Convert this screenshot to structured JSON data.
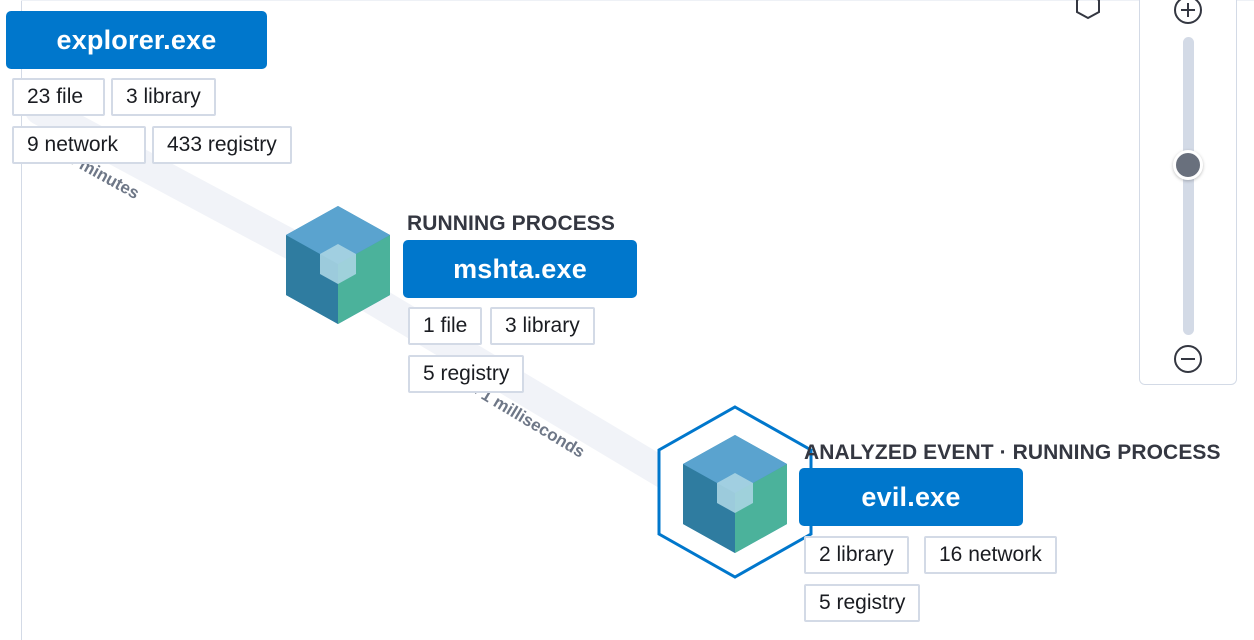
{
  "edges": [
    {
      "label": "23 minutes"
    },
    {
      "label": "< 1 milliseconds"
    }
  ],
  "nodes": [
    {
      "name": "explorer.exe",
      "type": "",
      "stats": [
        "23 file",
        "3 library",
        "9 network",
        "433 registry"
      ]
    },
    {
      "name": "mshta.exe",
      "type": "RUNNING PROCESS",
      "stats": [
        "1 file",
        "3 library",
        "5 registry"
      ]
    },
    {
      "name": "evil.exe",
      "type": "ANALYZED EVENT · RUNNING PROCESS",
      "stats": [
        "2 library",
        "16 network",
        "5 registry"
      ]
    }
  ],
  "zoom": {
    "level": 0.57,
    "zoom_in_icon": "plus-circle-icon",
    "zoom_out_icon": "minus-circle-icon"
  },
  "colors": {
    "process_button": "#0077cc",
    "selected_outline": "#0077cc",
    "edge": "#f1f3f8",
    "chip_border": "#d3dae6"
  }
}
